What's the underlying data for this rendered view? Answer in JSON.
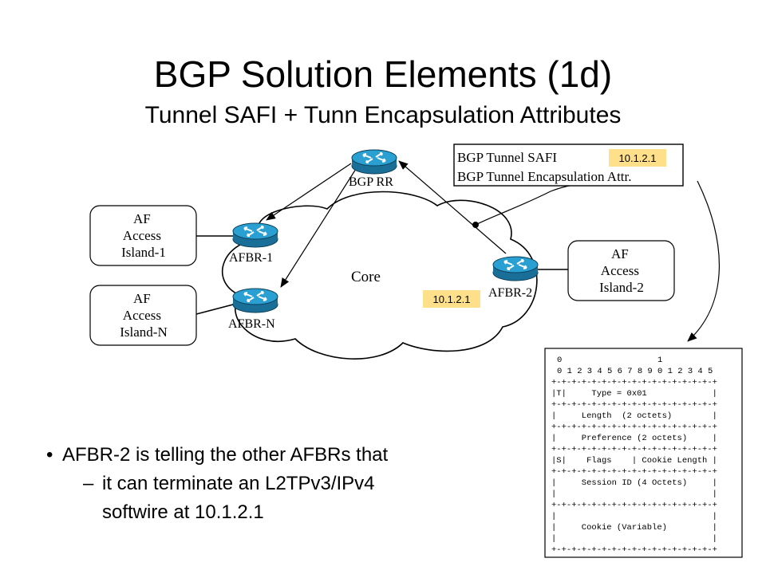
{
  "slide": {
    "title": "BGP Solution Elements (1d)",
    "subtitle": "Tunnel SAFI + Tunn Encapsulation Attributes"
  },
  "diagram": {
    "nodes": {
      "bgp_rr": "BGP RR",
      "afbr_1": "AFBR-1",
      "afbr_n": "AFBR-N",
      "afbr_2": "AFBR-2",
      "core": "Core"
    },
    "islands": {
      "island_1": [
        "AF",
        "Access",
        "Island-1"
      ],
      "island_n": [
        "AF",
        "Access",
        "Island-N"
      ],
      "island_2": [
        "AF",
        "Access",
        "Island-2"
      ]
    },
    "legend": {
      "line1": "BGP Tunnel SAFI",
      "line2": "BGP Tunnel Encapsulation Attr."
    },
    "address_tags": {
      "legend_tag": "10.1.2.1",
      "afbr2_tag": "10.1.2.1"
    },
    "tag_color": "#ffe08a",
    "router_color": "#1f8fc0"
  },
  "packet_format": {
    "ruler_top": "0                   1",
    "ruler_bottom": "0 1 2 3 4 5 6 7 8 9 0 1 2 3 4 5",
    "lines": [
      "+-+-+-+-+-+-+-+-+-+-+-+-+-+-+-+-+",
      "|T|     Type = 0x01             |",
      "+-+-+-+-+-+-+-+-+-+-+-+-+-+-+-+-+",
      "|     Length  (2 octets)        |",
      "+-+-+-+-+-+-+-+-+-+-+-+-+-+-+-+-+",
      "|     Preference (2 octets)     |",
      "+-+-+-+-+-+-+-+-+-+-+-+-+-+-+-+-+",
      "|S|    Flags    | Cookie Length |",
      "+-+-+-+-+-+-+-+-+-+-+-+-+-+-+-+-+",
      "|     Session ID (4 Octets)     |",
      "|                               |",
      "+-+-+-+-+-+-+-+-+-+-+-+-+-+-+-+-+",
      "|                               |",
      "|     Cookie (Variable)         |",
      "|                               |",
      "+-+-+-+-+-+-+-+-+-+-+-+-+-+-+-+-+"
    ]
  },
  "bullets": {
    "main": "AFBR-2 is telling the other AFBRs that",
    "sub_line1": "it can terminate an L2TPv3/IPv4",
    "sub_line2": "softwire at 10.1.2.1"
  }
}
